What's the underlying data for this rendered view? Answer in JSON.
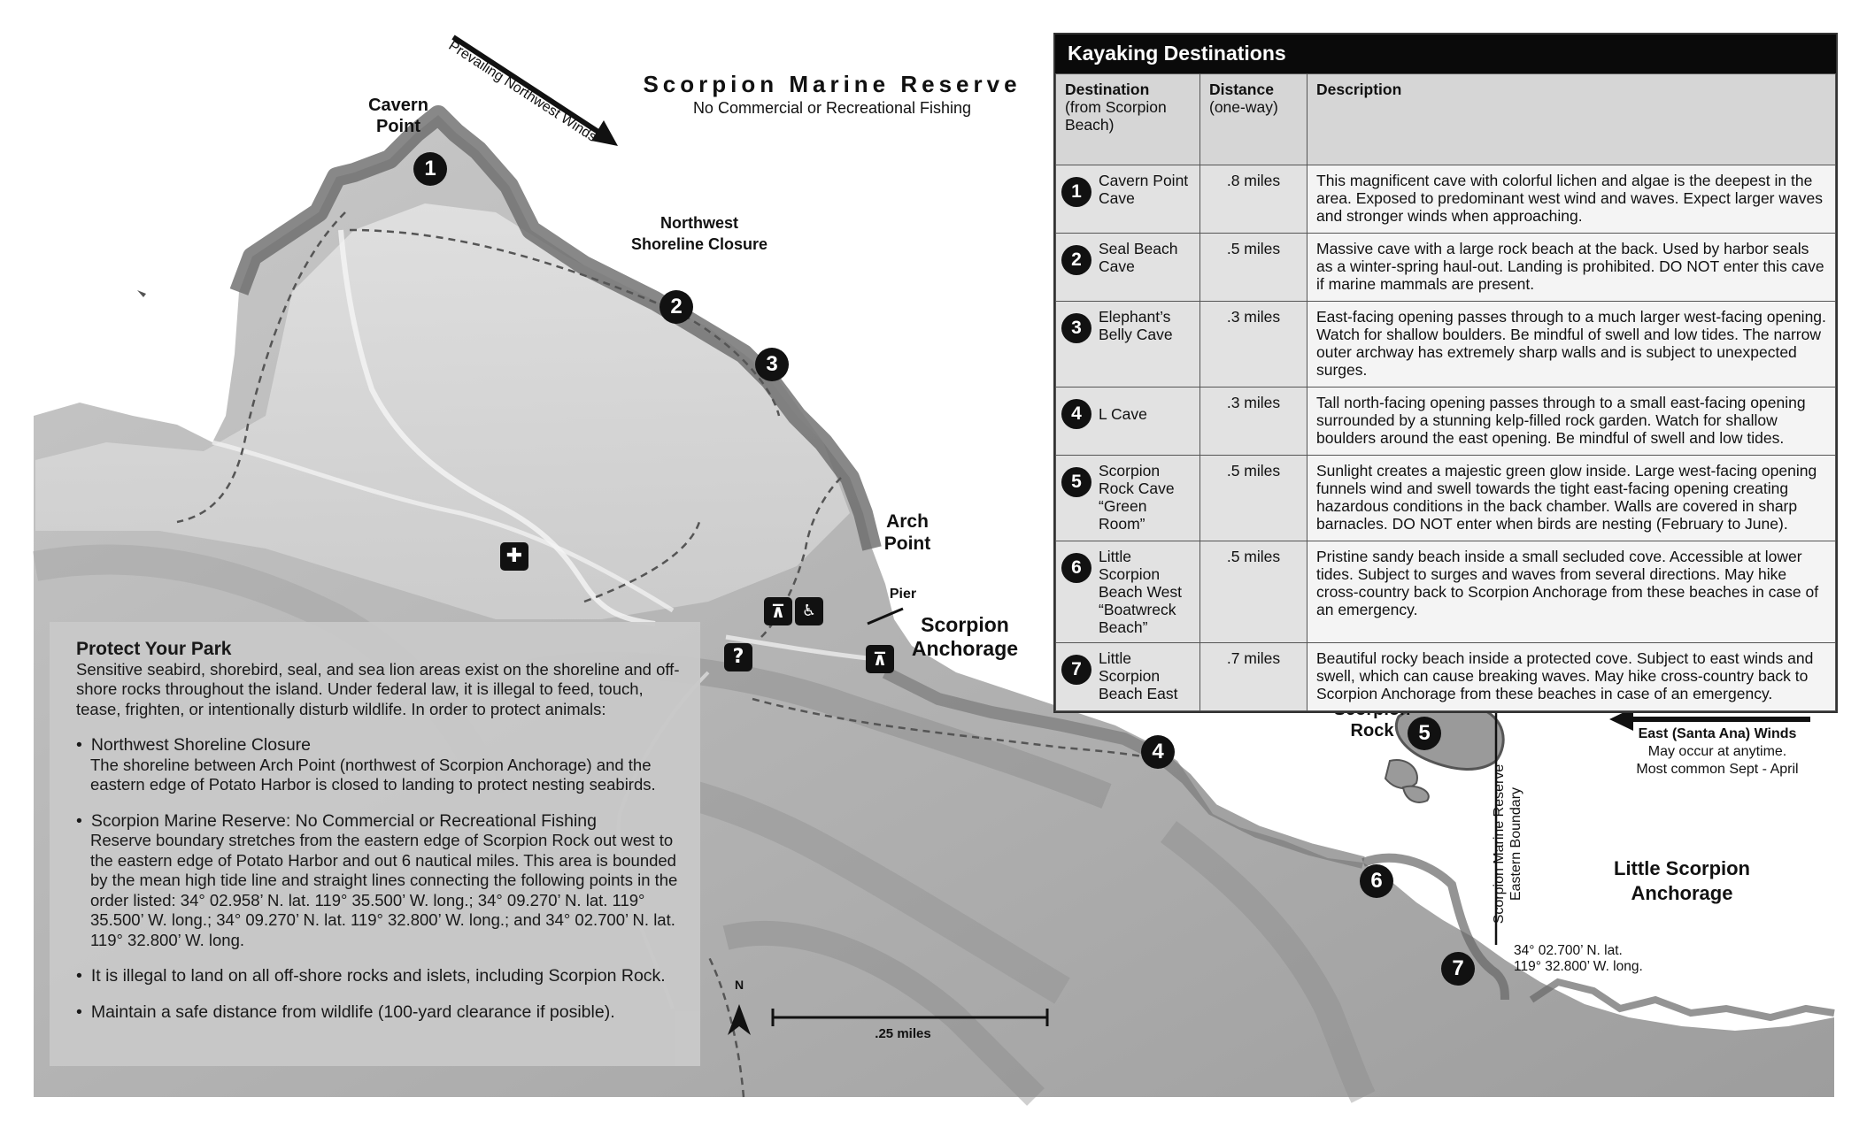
{
  "map": {
    "title": "Scorpion Marine Reserve",
    "subtitle": "No Commercial or Recreational Fishing",
    "labels": {
      "cavern_point": [
        "Cavern",
        "Point"
      ],
      "prevailing_winds": "Prevailing Northwest Winds",
      "northwest_closure": [
        "Northwest",
        "Shoreline Closure"
      ],
      "arch_point": [
        "Arch",
        "Point"
      ],
      "pier": "Pier",
      "scorpion_anchorage": [
        "Scorpion",
        "Anchorage"
      ],
      "scorpion_rock": [
        "Scorpion",
        "Rock"
      ],
      "east_winds": [
        "East (Santa Ana) Winds",
        "May occur at anytime.",
        "Most common Sept - April"
      ],
      "reserve_boundary": [
        "Scorpion Marine Reserve",
        "Eastern Boundary"
      ],
      "little_scorpion": [
        "Little Scorpion",
        "Anchorage"
      ],
      "coordinates": [
        "34° 02.700’ N. lat.",
        "119° 32.800’ W. long."
      ],
      "north": "N",
      "scale": ".25 miles"
    },
    "markers": [
      "1",
      "2",
      "3",
      "4",
      "5",
      "6",
      "7"
    ],
    "icons": [
      "first-aid-icon",
      "picnic-table-icon",
      "restroom-icon",
      "info-icon",
      "picnic-table-icon"
    ]
  },
  "kayak": {
    "title": "Kayaking Destinations",
    "headers": [
      {
        "bold": "Destination",
        "sub": "(from Scorpion Beach)"
      },
      {
        "bold": "Distance",
        "sub": "(one-way)"
      },
      {
        "bold": "Description",
        "sub": ""
      }
    ],
    "rows": [
      {
        "num": "1",
        "name": "Cavern Point Cave",
        "distance": ".8 miles",
        "desc": "This magnificent cave with colorful lichen and algae is the deepest in the area. Exposed to predominant west wind and waves. Expect larger waves and stronger winds when approaching."
      },
      {
        "num": "2",
        "name": "Seal Beach Cave",
        "distance": ".5 miles",
        "desc": "Massive cave with a large rock beach at the back. Used by harbor seals as a winter-spring haul-out. Landing is prohibited. DO NOT enter this cave if marine mammals are present."
      },
      {
        "num": "3",
        "name": "Elephant’s Belly Cave",
        "distance": ".3 miles",
        "desc": "East-facing opening passes through to a much larger west-facing opening. Watch for shallow boulders. Be mindful of swell and low tides. The narrow outer archway has extremely sharp walls and is subject to unexpected surges."
      },
      {
        "num": "4",
        "name": "L Cave",
        "distance": ".3 miles",
        "desc": "Tall north-facing opening passes through to a small east-facing opening surrounded by a stunning kelp-filled rock garden. Watch for shallow boulders around the east opening. Be mindful of swell and low tides."
      },
      {
        "num": "5",
        "name": "Scorpion Rock Cave “Green Room”",
        "distance": ".5 miles",
        "desc": "Sunlight creates a majestic green glow inside. Large west-facing opening funnels wind and swell towards the tight east-facing opening creating hazardous conditions in the back chamber. Walls are covered in sharp barnacles. DO NOT enter when birds are nesting (February to June)."
      },
      {
        "num": "6",
        "name": "Little Scorpion Beach West “Boatwreck Beach”",
        "distance": ".5 miles",
        "desc": "Pristine sandy beach inside a small secluded cove. Accessible at lower tides. Subject to surges and waves from several directions. May hike cross-country back to Scorpion Anchorage from these beaches in case of an emergency."
      },
      {
        "num": "7",
        "name": "Little Scorpion Beach East",
        "distance": ".7 miles",
        "desc": "Beautiful rocky beach inside a protected cove. Subject to east winds and swell, which can cause breaking waves. May hike cross-country back to Scorpion Anchorage from these beaches in case of an emergency."
      }
    ]
  },
  "protect": {
    "title": "Protect Your Park",
    "intro": "Sensitive seabird, shorebird, seal, and sea lion areas exist on the shoreline and off-shore rocks throughout the island. Under federal law, it is illegal to feed, touch, tease, frighten, or intentionally disturb wildlife. In order to protect animals:",
    "bullets": [
      {
        "title": "Northwest Shoreline Closure",
        "body": "The shoreline between Arch Point (northwest of Scorpion Anchorage) and the eastern edge of Potato Harbor is closed to landing to protect nesting seabirds."
      },
      {
        "title": "Scorpion Marine Reserve: No Commercial or Recreational Fishing",
        "body": "Reserve boundary stretches from the eastern edge of Scorpion Rock out west to the eastern edge of Potato Harbor and out 6 nautical miles. This area is bounded by the mean high tide line and straight lines connecting the following points in the order listed: 34° 02.958’ N. lat. 119° 35.500’ W. long.; 34° 09.270’ N. lat. 119° 35.500’ W. long.; 34° 09.270’ N. lat. 119° 32.800’ W. long.; and 34° 02.700’ N. lat. 119° 32.800’ W. long."
      },
      {
        "title": "It is illegal to land on all off-shore rocks and islets, including Scorpion Rock.",
        "body": ""
      },
      {
        "title": "Maintain a safe distance from wildlife (100-yard clearance if posible).",
        "body": ""
      }
    ]
  }
}
